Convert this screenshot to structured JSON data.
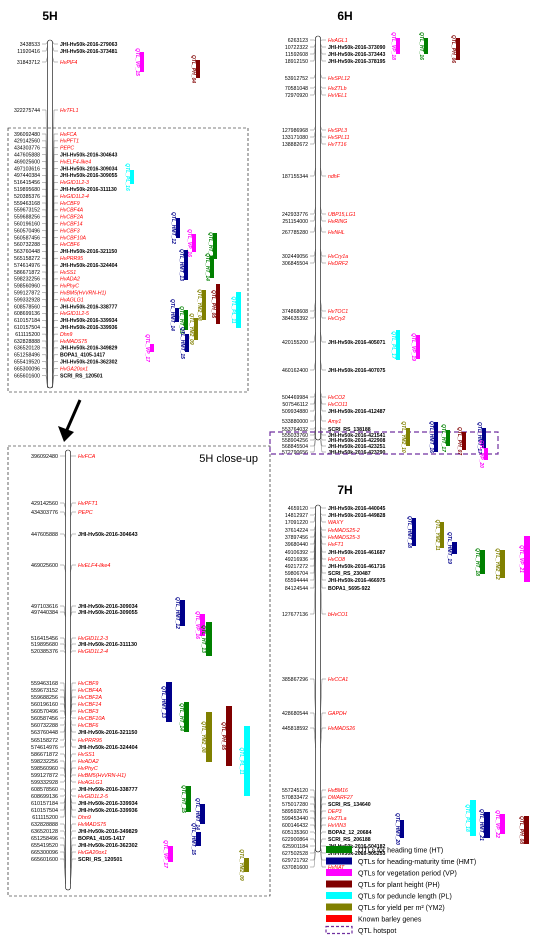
{
  "chr5": {
    "title": "5H",
    "markers": [
      [
        "3438533",
        "JHI-Hv50k-2016-279063",
        "b"
      ],
      [
        "11920416",
        "JHI-Hv50k-2016-373481",
        "b"
      ],
      [
        "31843712",
        "HvPIF4",
        "r"
      ],
      [
        "322275744",
        "HvTFL1",
        "r"
      ],
      [
        "396092480",
        "HvFCA",
        "r"
      ],
      [
        "429142560",
        "HvPFT1",
        "r"
      ],
      [
        "434303776",
        "PEPC",
        "r"
      ],
      [
        "447605888",
        "JHI-Hv50k-2016-304643",
        "b"
      ],
      [
        "469025600",
        "HvELF4-like4",
        "r"
      ],
      [
        "497103616",
        "JHI-Hv50k-2016-309034",
        "b"
      ],
      [
        "497440384",
        "JHI-Hv50k-2016-309055",
        "b"
      ],
      [
        "516415456",
        "HvGID1L2-3",
        "r"
      ],
      [
        "519895680",
        "JHI-Hv50k-2016-311130",
        "b"
      ],
      [
        "520385376",
        "HvGID1L2-4",
        "r"
      ],
      [
        "559463168",
        "HvCBF9",
        "r"
      ],
      [
        "559673152",
        "HvCBF4A",
        "r"
      ],
      [
        "559688256",
        "HvCBF2A",
        "r"
      ],
      [
        "560196160",
        "HvCBF14",
        "r"
      ],
      [
        "560570496",
        "HvCBF3",
        "r"
      ],
      [
        "560587456",
        "HvCBF10A",
        "r"
      ],
      [
        "560732288",
        "HvCBF6",
        "r"
      ],
      [
        "563760448",
        "JHI-Hv50k-2016-321150",
        "b"
      ],
      [
        "565158272",
        "HvPRR95",
        "r"
      ],
      [
        "574614976",
        "JHI-Hv50k-2016-324404",
        "b"
      ],
      [
        "586671872",
        "HvSS1",
        "r"
      ],
      [
        "598232256",
        "HvADA2",
        "r"
      ],
      [
        "598560960",
        "HvPhyC",
        "r"
      ],
      [
        "599127872",
        "HvBM5(HvVRN-H1)",
        "r"
      ],
      [
        "599332928",
        "HvAGLG1",
        "r"
      ],
      [
        "608578560",
        "JHI-Hv50k-2016-338777",
        "b"
      ],
      [
        "608699136",
        "HvGID1L2-5",
        "r"
      ],
      [
        "610157184",
        "JHI-Hv50k-2016-339934",
        "b"
      ],
      [
        "610157504",
        "JHI-Hv50k-2016-339936",
        "b"
      ],
      [
        "611115200",
        "Dhn9",
        "r"
      ],
      [
        "632828888",
        "HvMADS75",
        "r"
      ],
      [
        "636520128",
        "JHI-Hv50k-2016-349829",
        "b"
      ],
      [
        "651258496",
        "BOPA1_4105-1417",
        "b"
      ],
      [
        "655419520",
        "JHI-Hv50k-2016-362302",
        "b"
      ],
      [
        "665300096",
        "HvGA20ox1",
        "r"
      ],
      [
        "665601600",
        "SCRI_RS_120501",
        "b"
      ]
    ],
    "qtls": [
      "QTL_PH_04",
      "QTL_VP_15",
      "QTL_PL_16",
      "QTL_HMT_12",
      "QTL_VP_16",
      "QTL_HT_13",
      "QTL_HMT_13",
      "QTL_HT_14",
      "QTL_YM2_08",
      "QTL_PH_05",
      "QTL_PL_11",
      "QTL_HT_15",
      "QTL_YM2_09",
      "QTL_HMT_14",
      "QTL_HMT_15",
      "QTL_VP_17"
    ]
  },
  "closeup": {
    "title": "5H close-up",
    "qtls": [
      "QTL_HMT_12",
      "QTL_VP_16",
      "QTL_HT_13",
      "QTL_HMT_13",
      "QTL_HT_14",
      "QTL_YM2_08",
      "QTL_PH_05",
      "QTL_PL_11",
      "QTL_HT_15",
      "QTL_HMT_14",
      "QTL_HMT_15",
      "QTL_VP_17",
      "QTL_YM2_09"
    ]
  },
  "chr6": {
    "title": "6H",
    "markers": [
      [
        "6263123",
        "HvAGL1",
        "r"
      ],
      [
        "10722322",
        "JHI-Hv50k-2016-373090",
        "b"
      ],
      [
        "11592608",
        "JHI-Hv50k-2016-373443",
        "b"
      ],
      [
        "18912150",
        "JHI-Hv50k-2016-378195",
        "b"
      ],
      [
        "53912752",
        "HvSPL12",
        "r"
      ],
      [
        "70581048",
        "HvZTLb",
        "r"
      ],
      [
        "72970920",
        "HvVEL1",
        "r"
      ],
      [
        "127986968",
        "HvSPL3",
        "r"
      ],
      [
        "133171080",
        "HvSPL11",
        "r"
      ],
      [
        "138882672",
        "HvTT16",
        "r"
      ],
      [
        "187155344",
        "ndhF",
        "r"
      ],
      [
        "242933776",
        "UBP15,LG1",
        "r"
      ],
      [
        "251154000",
        "HvRING",
        "r"
      ],
      [
        "267785280",
        "HvNHL",
        "r"
      ],
      [
        "302449056",
        "HvCry1a",
        "r"
      ],
      [
        "306845504",
        "HvDRF2",
        "r"
      ],
      [
        "374868608",
        "HvTOC1",
        "r"
      ],
      [
        "384635392",
        "HvCry2",
        "r"
      ],
      [
        "420155200",
        "JHI-Hv50k-2016-405071",
        "b"
      ],
      [
        "460162400",
        "JHI-Hv50k-2016-407075",
        "b"
      ],
      [
        "504469984",
        "HvCO2",
        "r"
      ],
      [
        "507546112",
        "HvCO11",
        "r"
      ],
      [
        "509934880",
        "JHI-Hv50k-2016-412487",
        "b"
      ],
      [
        "533880000",
        "Amy1",
        "r"
      ],
      [
        "553764032",
        "SCRI_RS_138188",
        "b"
      ],
      [
        "555033760",
        "JHI-Hv50k-2016-421541",
        "b"
      ],
      [
        "558904256",
        "JHI-Hv50k-2016-422908",
        "b"
      ],
      [
        "568845504",
        "JHI-Hv50k-2016-423251",
        "b"
      ],
      [
        "572790656",
        "JHI-Hv50k-2016-423290",
        "b"
      ]
    ],
    "qtls": [
      "QTL_VP_18",
      "QTL_HT_16",
      "QTL_PH_06",
      "QTL_PL_17",
      "QTL_VP_19",
      "QTL_HMT_16",
      "QTL_YM2_10",
      "QTL_HT_17",
      "QTL_HMT_17",
      "QTL_PH_07",
      "QTL_VP_20"
    ]
  },
  "chr7": {
    "title": "7H",
    "markers": [
      [
        "4659120",
        "JHI-Hv50k-2016-440045",
        "b"
      ],
      [
        "14812927",
        "JHI-Hv50k-2016-449828",
        "b"
      ],
      [
        "17091220",
        "WAXY",
        "r"
      ],
      [
        "37614224",
        "HvMADS25-2",
        "r"
      ],
      [
        "37897456",
        "HvMADS25-3",
        "r"
      ],
      [
        "39680440",
        "HvFT1",
        "r"
      ],
      [
        "49106392",
        "JHI-Hv50k-2016-461687",
        "b"
      ],
      [
        "49216936",
        "HvCO8",
        "r"
      ],
      [
        "49217272",
        "JHI-Hv50k-2016-461716",
        "b"
      ],
      [
        "59806704",
        "SCRI_RS_230487",
        "b"
      ],
      [
        "65594444",
        "JHI-Hv50k-2016-466975",
        "b"
      ],
      [
        "84124544",
        "BOPA1_5695-922",
        "b"
      ],
      [
        "127677136",
        "bHvCO1",
        "r"
      ],
      [
        "385867296",
        "HvCCA1",
        "r"
      ],
      [
        "428680544",
        "GAPDH",
        "r"
      ],
      [
        "445818592",
        "HvMADS26",
        "r"
      ],
      [
        "557245120",
        "HvBM16",
        "r"
      ],
      [
        "570833472",
        "DWARF27",
        "r"
      ],
      [
        "575017280",
        "SCRI_RS_134640",
        "b"
      ],
      [
        "589592576",
        "DEP3",
        "r"
      ],
      [
        "599453440",
        "HvZTLa",
        "r"
      ],
      [
        "600146432",
        "HvVIN3",
        "r"
      ],
      [
        "605135360",
        "BOPA2_12_20684",
        "b"
      ],
      [
        "622900864",
        "SCRI_RS_206188",
        "b"
      ],
      [
        "625901184",
        "JHI-Hv50k-2016-504182",
        "b"
      ],
      [
        "627502528",
        "JHI-Hv50k-2016-505253",
        "b"
      ],
      [
        "629721792",
        "HvDIM",
        "r"
      ],
      [
        "637081600",
        "HvNAT",
        "r"
      ]
    ],
    "qtls": [
      "QTL_HMT_18",
      "QTL_YM2_11",
      "QTL_HMT_19",
      "QTL_HT_18",
      "QTL_YM2_12",
      "QTL_VP_21",
      "QTL_HMT_20",
      "QTL_PL_18",
      "QTL_HMT_21",
      "QTL_VP_22",
      "QTL_PH_08"
    ]
  },
  "legend": [
    {
      "label": "QTLs for heading time (HT)",
      "color": "#008000"
    },
    {
      "label": "QTLs for heading-maturity time (HMT)",
      "color": "#00008b"
    },
    {
      "label": "QTLs for vegetation period (VP)",
      "color": "#ff00ff"
    },
    {
      "label": "QTLs for plant height (PH)",
      "color": "#800000"
    },
    {
      "label": "QTLs for peduncle length (PL)",
      "color": "#00ffff"
    },
    {
      "label": "QTLs for yield per m² (YM2)",
      "color": "#808000"
    },
    {
      "label": "Known barley genes",
      "color": "#ff0000"
    },
    {
      "label": "QTL hotspot",
      "color": "#7030a0"
    }
  ],
  "colors": {
    "gene": "#ff0000",
    "marker": "#000000",
    "HT": "#008000",
    "HMT": "#00008b",
    "VP": "#ff00ff",
    "PH": "#800000",
    "PL": "#00ffff",
    "YM2": "#808000",
    "hotspot": "#7030a0"
  }
}
